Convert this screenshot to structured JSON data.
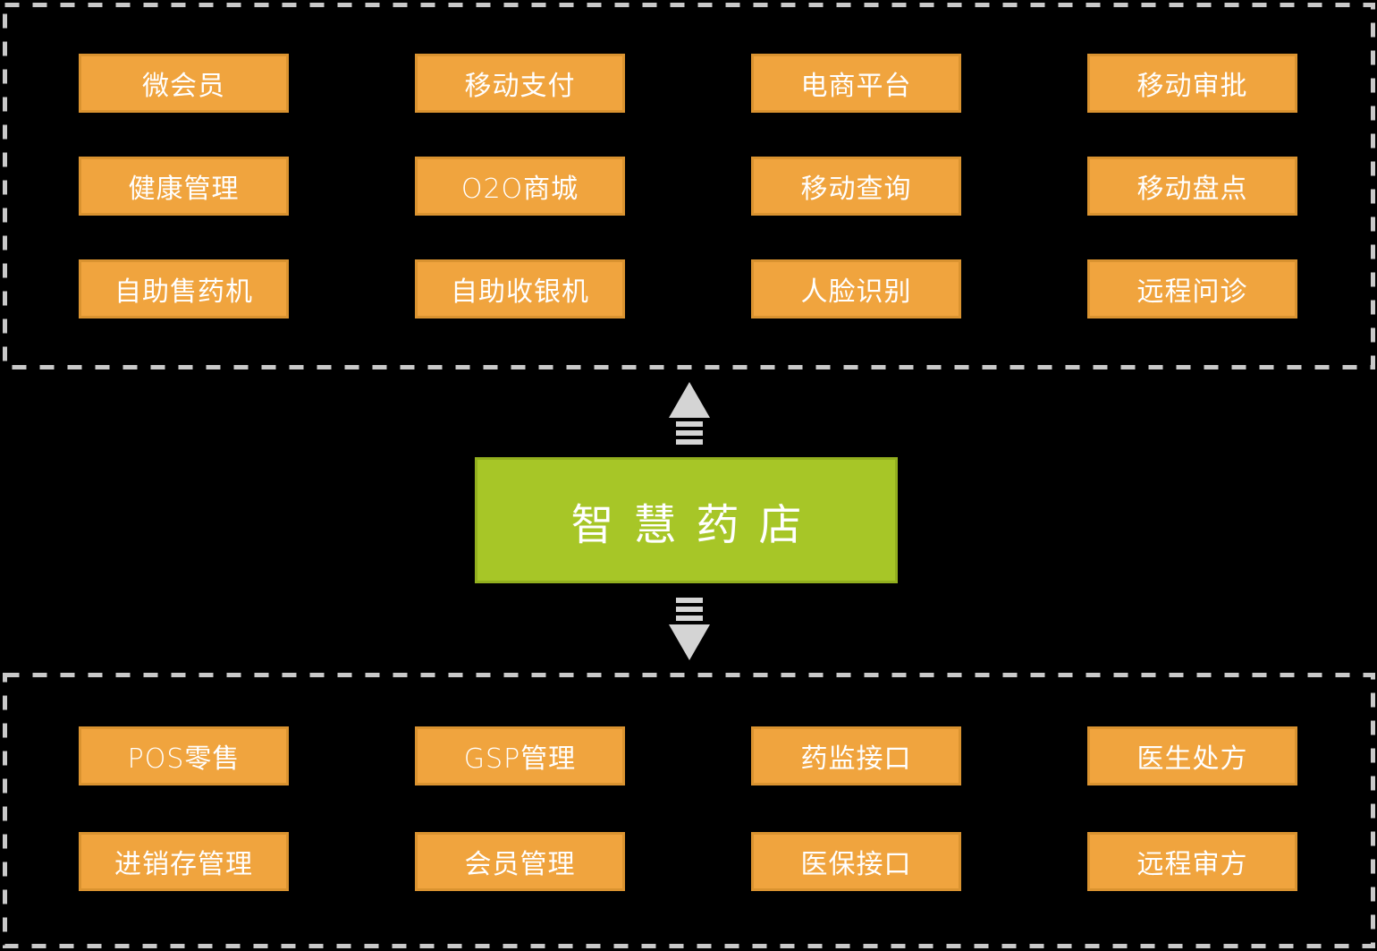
{
  "diagram": {
    "core": {
      "label": "智慧药店"
    },
    "top_section": {
      "items": [
        "微会员",
        "移动支付",
        "电商平台",
        "移动审批",
        "健康管理",
        "O2O商城",
        "移动查询",
        "移动盘点",
        "自助售药机",
        "自助收银机",
        "人脸识别",
        "远程问诊"
      ]
    },
    "bottom_section": {
      "items": [
        "POS零售",
        "GSP管理",
        "药监接口",
        "医生处方",
        "进销存管理",
        "会员管理",
        "医保接口",
        "远程审方"
      ]
    },
    "colors": {
      "background": "#000000",
      "module_fill": "#F0A43E",
      "module_border": "#DA9330",
      "core_fill": "#A7C627",
      "core_border": "#92AF1E",
      "arrow": "#D4D4D4",
      "dashed_frame": "#C9C9C9",
      "text": "#FFFFFF"
    }
  }
}
